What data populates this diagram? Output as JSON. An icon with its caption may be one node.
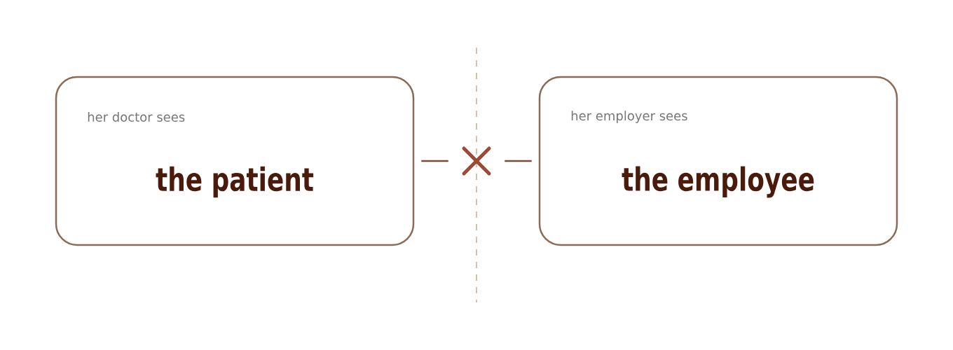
{
  "diagram": {
    "nodes": [
      {
        "text": [
          "her doctor sees",
          "the patient"
        ]
      },
      {
        "text": [
          "her employer sees",
          "the employee"
        ]
      },
      {
        "text": [],
        "shape": "cross"
      }
    ],
    "edges": [
      {
        "from": 0,
        "to": 2,
        "arrow": "none"
      },
      {
        "from": 2,
        "to": 1,
        "arrow": "none"
      }
    ]
  }
}
